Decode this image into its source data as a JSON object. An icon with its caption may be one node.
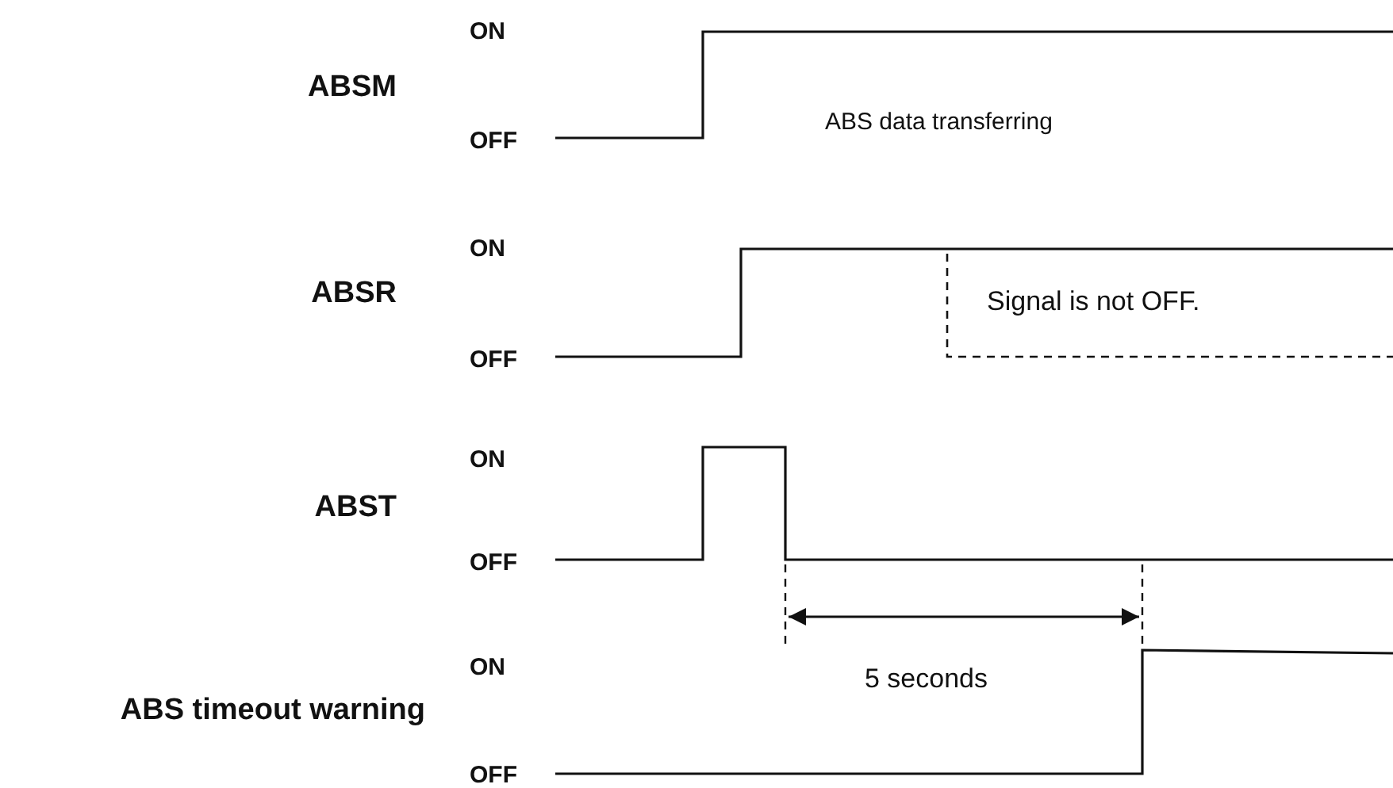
{
  "diagram": {
    "labels": [
      "ON",
      "ABSM",
      "ABS data transferring",
      "OFF",
      "ON",
      "ABSR",
      "Signal is not OFF.",
      "OFF",
      "ON",
      "ABST",
      "OFF",
      "5 seconds",
      "ON",
      "ABS timeout warning",
      "OFF"
    ]
  }
}
